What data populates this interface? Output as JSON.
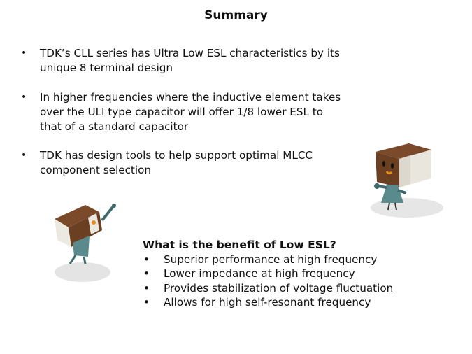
{
  "title": "Summary",
  "bullets": [
    {
      "lines": [
        "TDK’s CLL series has Ultra Low ESL characteristics by its",
        "unique 8 terminal design"
      ]
    },
    {
      "lines": [
        "In higher frequencies where the inductive element takes",
        "over the ULI type capacitor will offer 1/8 lower ESL to",
        "that of a standard capacitor"
      ]
    },
    {
      "lines": [
        "TDK has design tools to help support optimal MLCC",
        "component selection"
      ]
    }
  ],
  "benefit": {
    "heading": "What is the benefit of Low ESL?",
    "items": [
      "Superior performance at high frequency",
      "Lower impedance at high frequency",
      "Provides stabilization of voltage fluctuation",
      "Allows for high self-resonant frequency"
    ]
  },
  "bullet_char": "•"
}
